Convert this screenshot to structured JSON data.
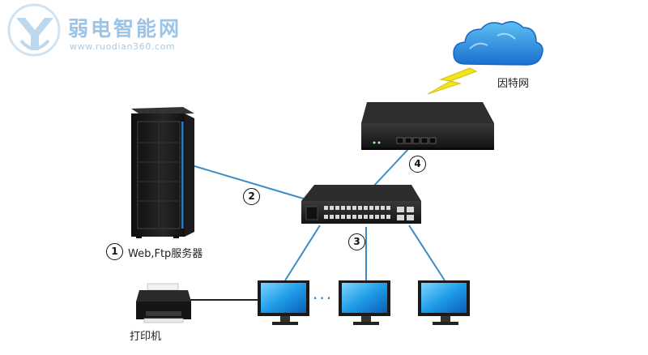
{
  "brand": {
    "title": "弱电智能网",
    "url": "www.ruodian360.com",
    "accent": "#9bc4e6"
  },
  "nodes": {
    "internet": {
      "label": "因特网",
      "icon": "cloud-icon"
    },
    "router": {
      "icon": "router-icon"
    },
    "switch": {
      "icon": "switch-icon"
    },
    "server": {
      "label": "Web,Ftp服务器",
      "icon": "server-rack-icon"
    },
    "printer": {
      "label": "打印机",
      "icon": "printer-icon"
    },
    "monitors": {
      "icon": "monitor-icon"
    }
  },
  "links": {
    "marker_1": "1",
    "marker_2": "2",
    "marker_3": "3",
    "marker_4": "4",
    "ellipsis": "···",
    "line_color": "#3a8cc4",
    "lightning_color": "#f4e21a"
  }
}
